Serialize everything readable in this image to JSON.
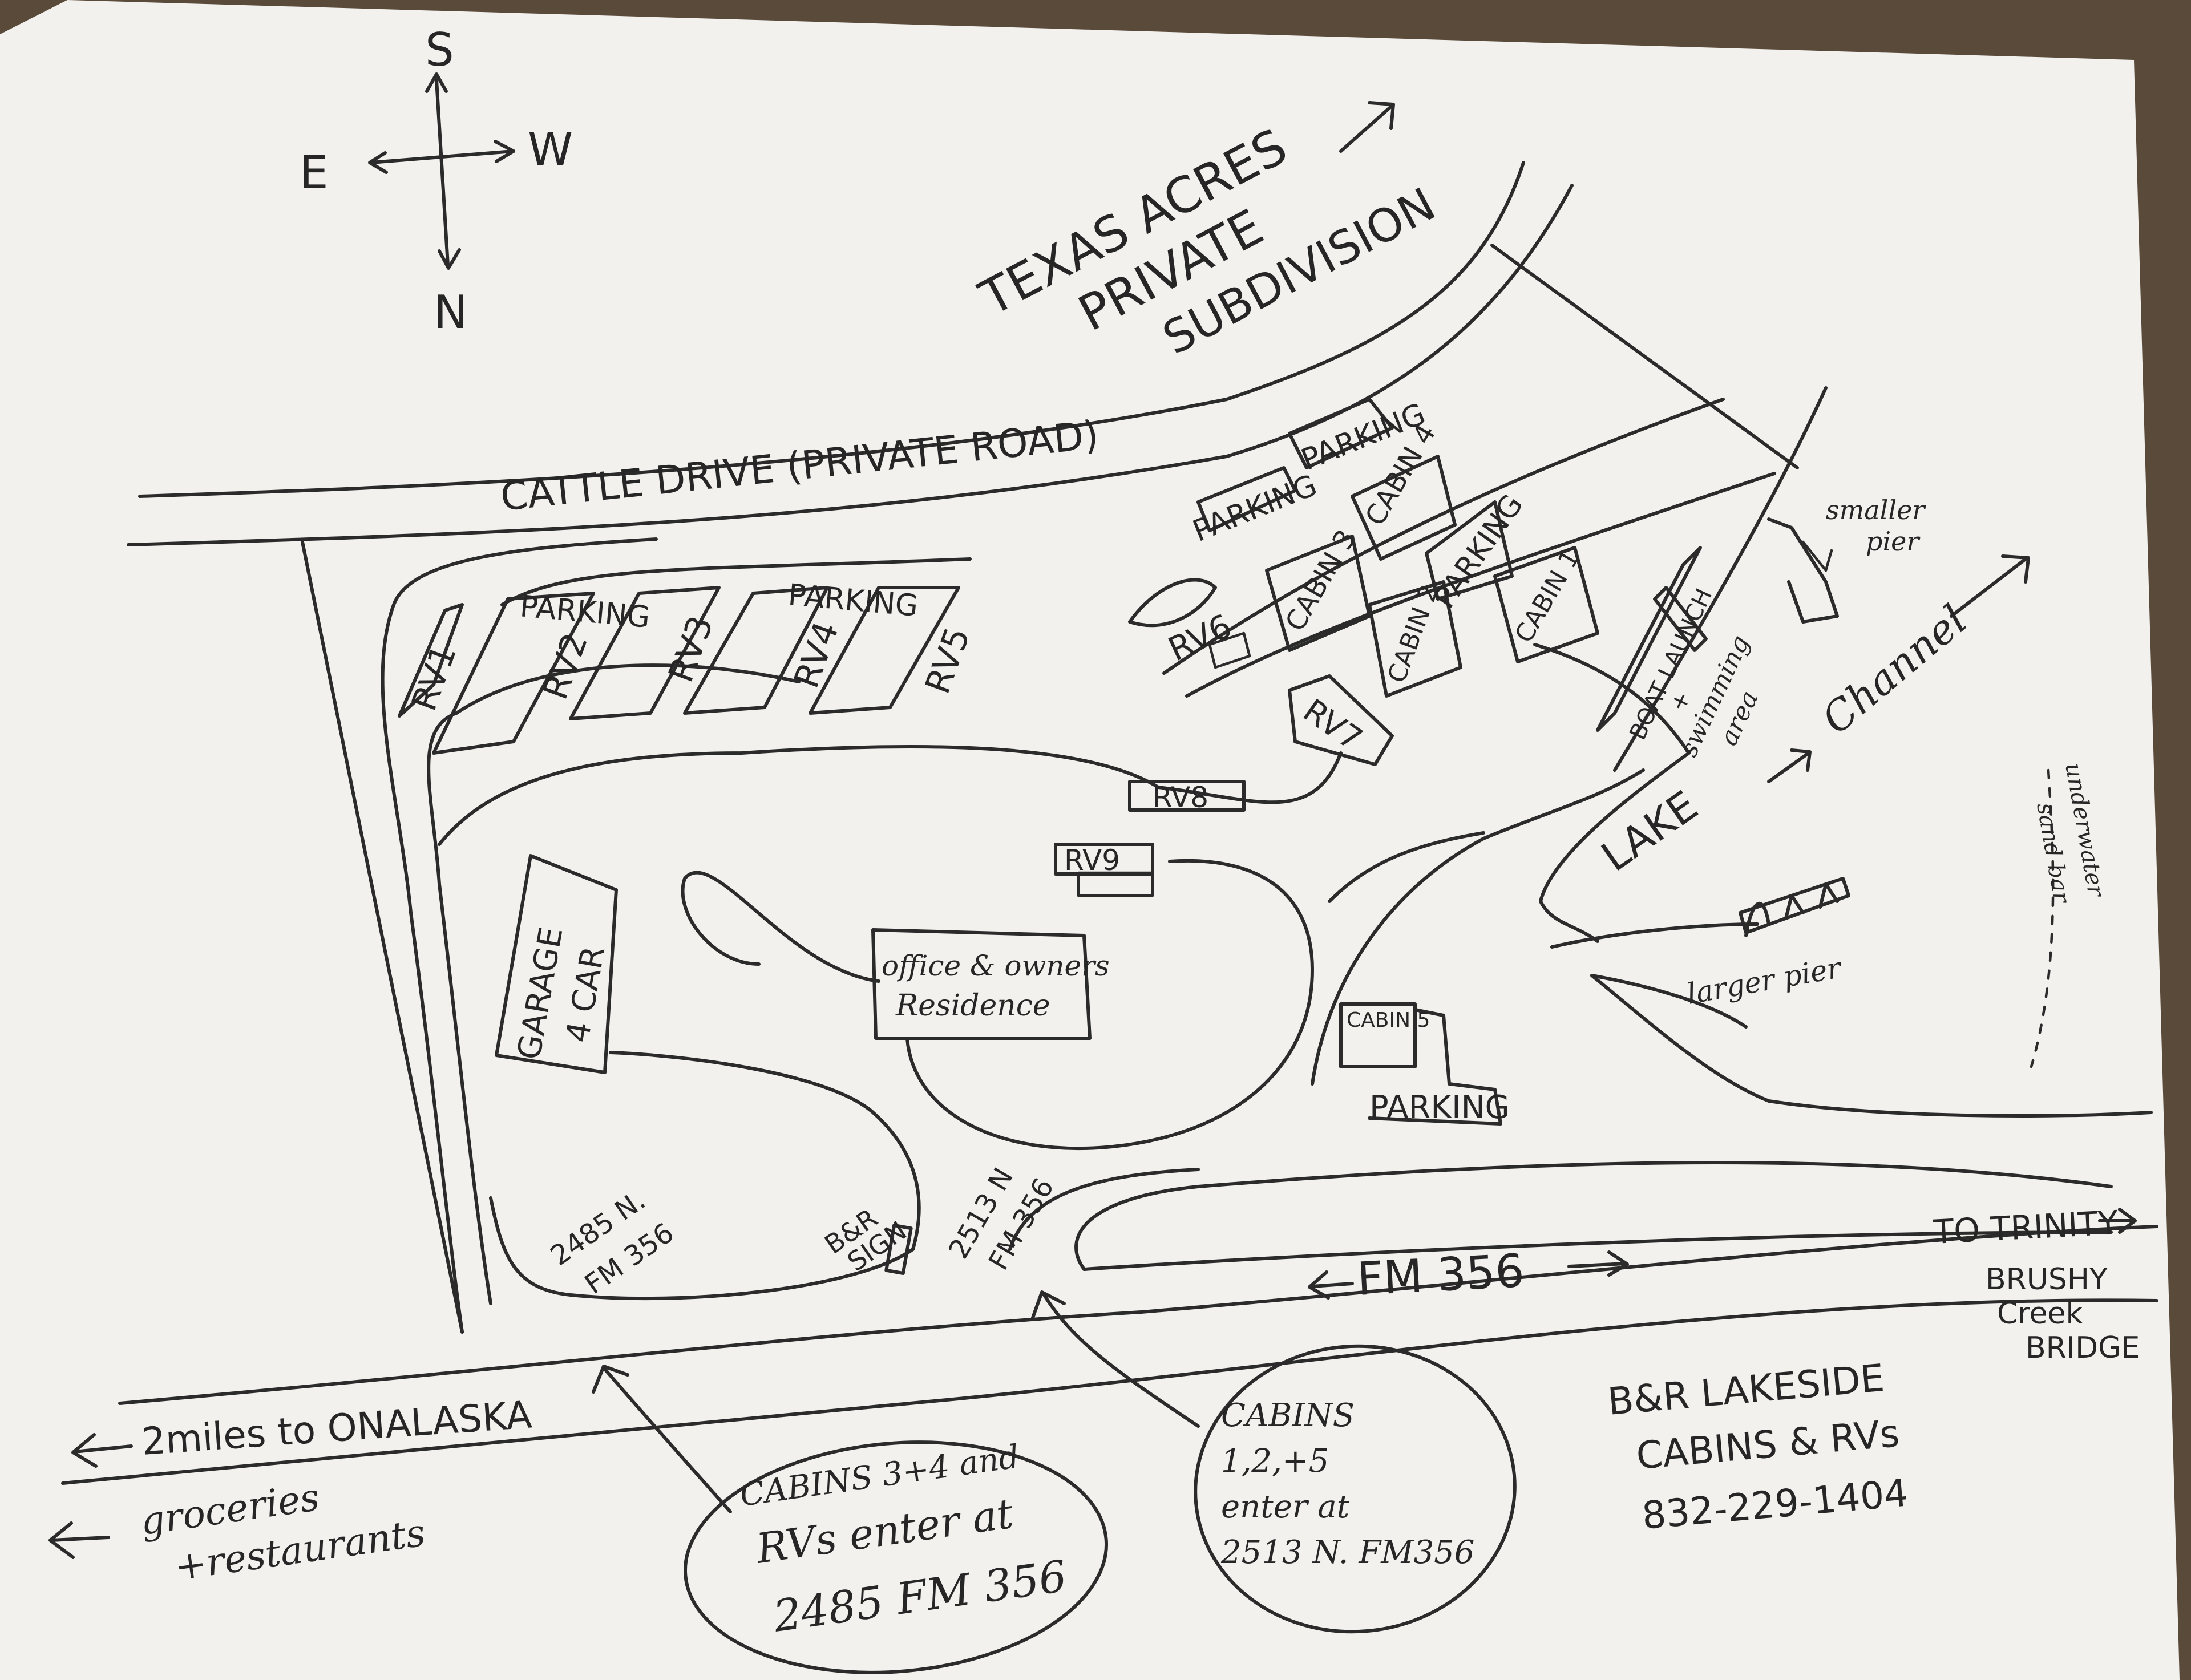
{
  "compass": {
    "north": "N",
    "south": "S",
    "east": "E",
    "west": "W"
  },
  "subdivision": {
    "line1": "TEXAS ACRES",
    "line2": "PRIVATE",
    "line3": "SUBDIVISION"
  },
  "roads": {
    "cattle_drive": "CATTLE DRIVE (PRIVATE ROAD)",
    "fm356": "FM 356",
    "to_onalaska": "2miles to ONALASKA",
    "groceries": "groceries",
    "restaurants": "+restaurants",
    "to_trinity": "TO TRINITY",
    "bridge_line1": "BRUSHY",
    "bridge_line2": "Creek",
    "bridge_line3": "BRIDGE"
  },
  "rv_sites": {
    "rv1": "RV1",
    "rv2": "RV2",
    "rv3": "RV3",
    "rv4": "RV4",
    "rv5": "RV5",
    "rv6": "RV6",
    "rv7": "RV7",
    "rv8": "RV8",
    "rv9": "RV9"
  },
  "cabins": {
    "cabin1": "CABIN 1",
    "cabin2": "CABIN 2",
    "cabin3": "CABIN 3",
    "cabin4": "CABIN 4",
    "cabin5": "CABIN 5"
  },
  "parking": {
    "rv_row": "PARKING",
    "rv_row2": "PARKING",
    "cabin_area_a": "PARKING",
    "cabin_area_b": "PARKING",
    "cabin_area_c": "PARKING",
    "cabin5": "PARKING"
  },
  "buildings": {
    "garage_line1": "GARAGE",
    "garage_line2": "4 CAR",
    "office_line1": "office & owners",
    "office_line2": "Residence",
    "sign_line1": "B&R",
    "sign_line2": "SIGN"
  },
  "addresses": {
    "addr_2485_line1": "2485 N.",
    "addr_2485_line2": "FM 356",
    "addr_2513_line1": "2513 N",
    "addr_2513_line2": "FM 356"
  },
  "water": {
    "lake": "LAKE",
    "channel": "Channel",
    "smaller_pier_line1": "smaller",
    "smaller_pier_line2": "pier",
    "larger_pier": "larger pier",
    "boat_launch": "BOAT LAUNCH",
    "swim_line1": "+",
    "swim_line2": "swimming",
    "swim_line3": "area",
    "sandbar_line1": "underwater",
    "sandbar_line2": "sand bar"
  },
  "notes": {
    "cabins34_line1": "CABINS 3+4 and",
    "cabins34_line2": "RVs enter at",
    "cabins34_line3": "2485 FM 356",
    "cabins125_line1": "CABINS",
    "cabins125_line2": "1,2,+5",
    "cabins125_line3": "enter at",
    "cabins125_line4": "2513 N. FM356"
  },
  "business": {
    "name_line1": "B&R LAKESIDE",
    "name_line2": "CABINS & RVs",
    "phone": "832-229-1404"
  }
}
